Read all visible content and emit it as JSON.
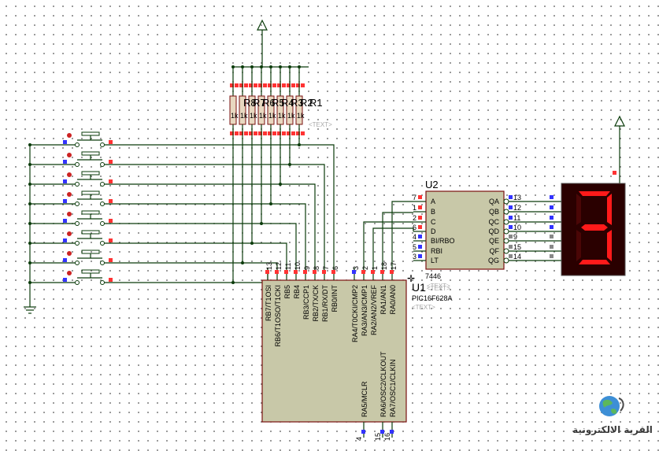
{
  "resistors": {
    "labels": [
      "R8",
      "R7",
      "R6",
      "R5",
      "R4",
      "R3",
      "R2",
      "R1"
    ],
    "value": "1k",
    "ghost_text": "<TEXT>"
  },
  "mcu": {
    "ref": "U1",
    "part": "PIC16F628A",
    "ghost_text": "<TEXT>",
    "top_pins_left": [
      {
        "num": "13",
        "name": "RB7/T1OSI"
      },
      {
        "num": "12",
        "name": "RB6/T1OSO/T1CKI"
      },
      {
        "num": "11",
        "name": "RB5"
      },
      {
        "num": "10",
        "name": "RB4"
      },
      {
        "num": "9",
        "name": "RB3/CCP1"
      },
      {
        "num": "8",
        "name": "RB2/TX/CK"
      },
      {
        "num": "7",
        "name": "RB1/RX/DT"
      },
      {
        "num": "6",
        "name": "RB0/INT"
      }
    ],
    "top_pins_right": [
      {
        "num": "3",
        "name": "RA4/T0CKI/CMP2"
      },
      {
        "num": "2",
        "name": "RA3/AN3/CMP1"
      },
      {
        "num": "1",
        "name": "RA2/AN2/VREF"
      },
      {
        "num": "18",
        "name": "RA1/AN1"
      },
      {
        "num": "17",
        "name": "RA0/AN0"
      }
    ],
    "bottom_pins": [
      {
        "num": "4",
        "name": "RA5/MCLR"
      },
      {
        "num": "15",
        "name": "RA6/OSC2/CLKOUT"
      },
      {
        "num": "16",
        "name": "RA7/OSC1/CLKIN"
      }
    ]
  },
  "decoder": {
    "ref": "U2",
    "part": "7446",
    "ghost_text": "<TEXT>",
    "left_pins": [
      {
        "num": "7",
        "name": "A"
      },
      {
        "num": "1",
        "name": "B"
      },
      {
        "num": "2",
        "name": "C"
      },
      {
        "num": "6",
        "name": "D"
      },
      {
        "num": "4",
        "name": "BI/RBO"
      },
      {
        "num": "5",
        "name": "RBI"
      },
      {
        "num": "3",
        "name": "LT"
      }
    ],
    "right_pins": [
      {
        "num": "13",
        "name": "QA"
      },
      {
        "num": "12",
        "name": "QB"
      },
      {
        "num": "11",
        "name": "QC"
      },
      {
        "num": "10",
        "name": "QD"
      },
      {
        "num": "9",
        "name": "QE"
      },
      {
        "num": "15",
        "name": "QF"
      },
      {
        "num": "14",
        "name": "QG"
      }
    ]
  },
  "display": {
    "digit": "3",
    "segment_color": "#ff1a1a",
    "body_color": "#2a0000"
  },
  "watermark": {
    "text": "القرية الالكترونية"
  },
  "colors": {
    "wire": "#0a3b0a",
    "chip_fill": "#c8c8a8",
    "chip_border": "#7a1010",
    "pin_red": "#ff3333",
    "pin_blue": "#3333ff"
  }
}
